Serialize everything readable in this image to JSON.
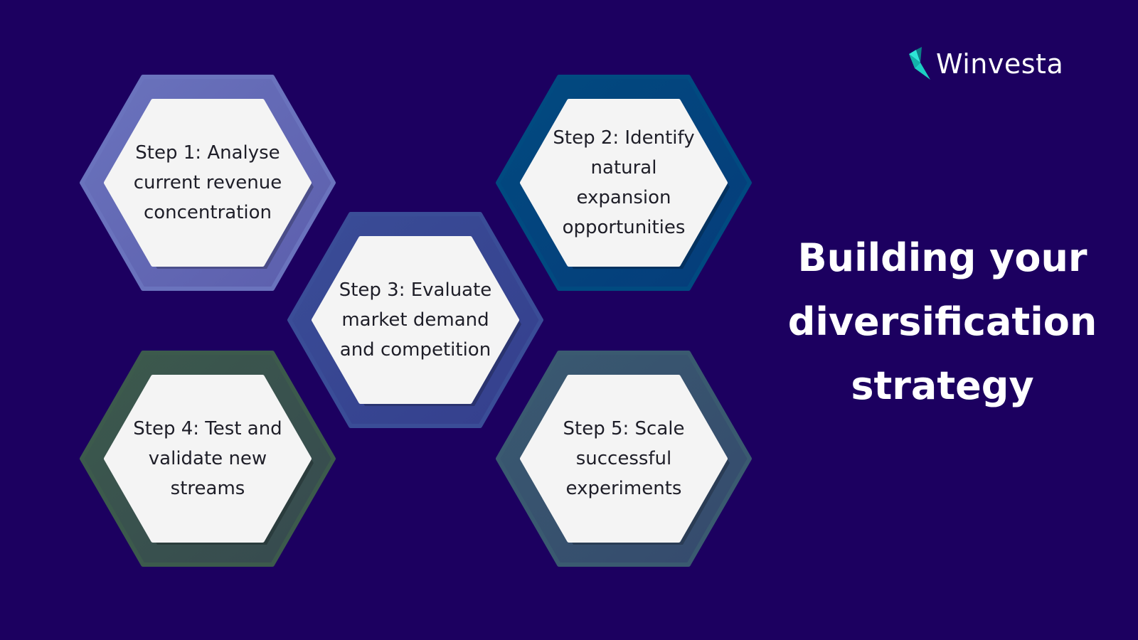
{
  "brand": {
    "name": "Winvesta",
    "logo_icon": "origami-bird-icon",
    "logo_colors": [
      "#2ee6d6",
      "#12b3aa",
      "#0a7f86"
    ]
  },
  "headline": {
    "lines": [
      "Building your",
      "diversification",
      "strategy"
    ]
  },
  "steps": [
    {
      "text": "Step 1: Analyse\ncurrent revenue\nconcentration",
      "frame_color": "#6a73bd"
    },
    {
      "text": "Step 2: Identify\nnatural expansion\nopportunities",
      "frame_color": "#014a80"
    },
    {
      "text": "Step 3: Evaluate\nmarket demand\nand competition",
      "frame_color": "#3a4d97"
    },
    {
      "text": "Step 4: Test and\nvalidate new\nstreams",
      "frame_color": "#3c5a4c"
    },
    {
      "text": "Step 5: Scale\nsuccessful\nexperiments",
      "frame_color": "#3a5a70"
    }
  ],
  "colors": {
    "background": "#1c0060",
    "inner_hex": "#f4f4f4",
    "text": "#1e1e28"
  }
}
